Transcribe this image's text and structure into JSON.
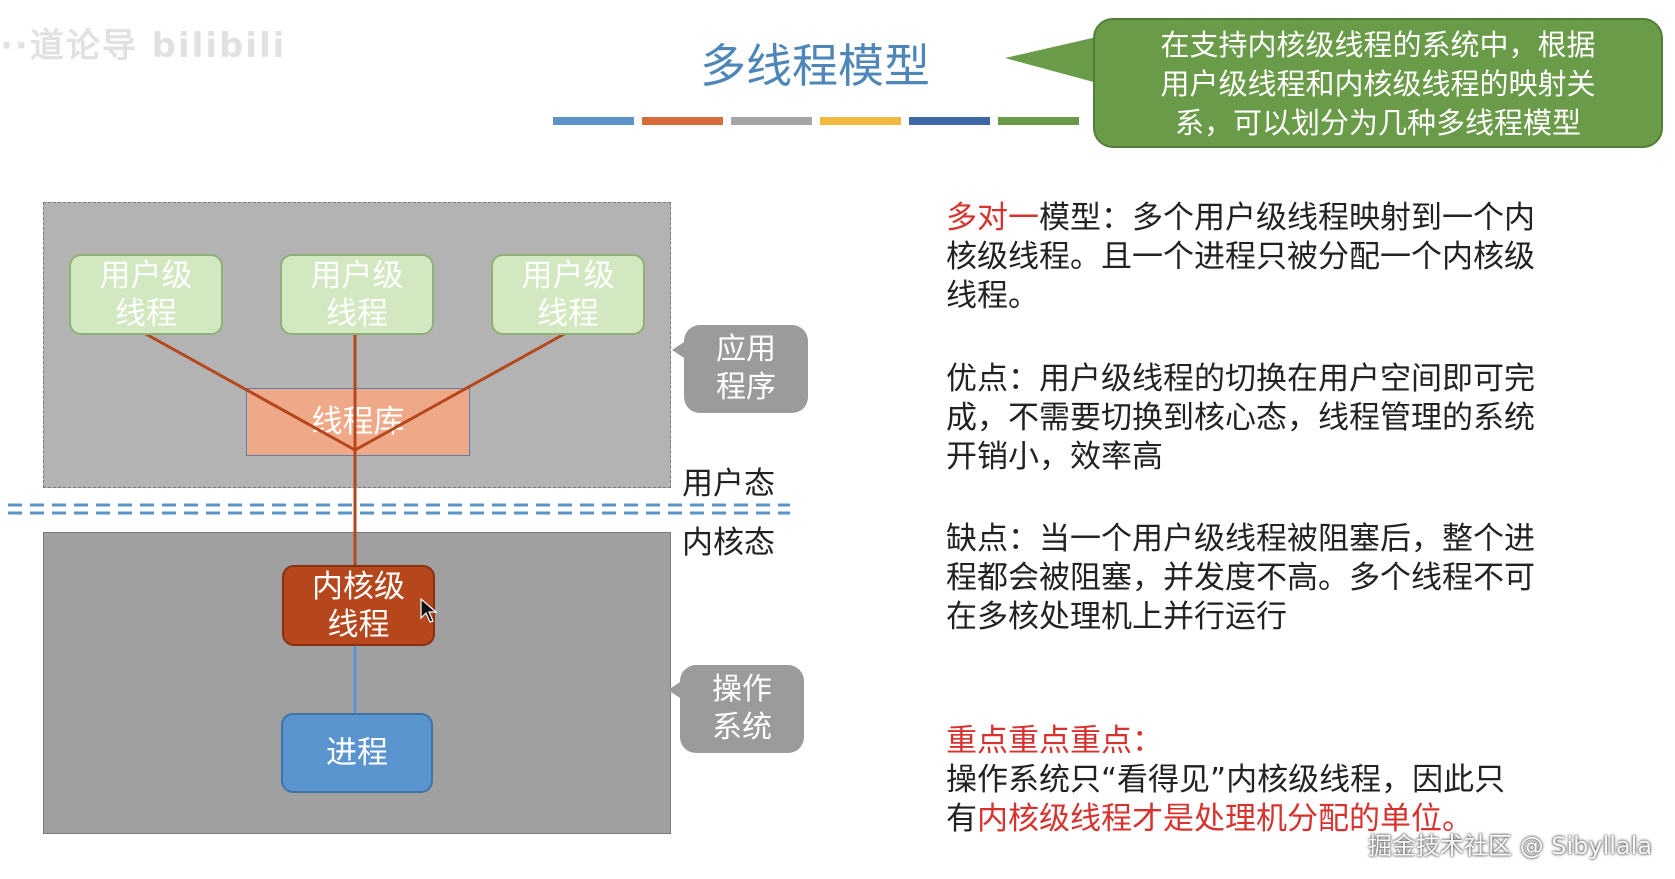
{
  "watermark_left": "··道论导 bilibili",
  "title": "多线程模型",
  "stripe_colors": [
    "#5b93c7",
    "#d86b3a",
    "#a5a5a5",
    "#f2b940",
    "#3e67a6",
    "#6a9b48"
  ],
  "callout": {
    "line1": "在支持内核级线程的系统中，根据",
    "line2": "用户级线程和内核级线程的映射关",
    "line3": "系，可以划分为几种多线程模型",
    "color": "#6a9b48"
  },
  "diagram": {
    "user_threads": [
      {
        "line1": "用户级",
        "line2": "线程"
      },
      {
        "line1": "用户级",
        "line2": "线程"
      },
      {
        "line1": "用户级",
        "line2": "线程"
      }
    ],
    "thread_lib": "线程库",
    "kernel_thread": {
      "line1": "内核级",
      "line2": "线程"
    },
    "process": "进程",
    "app_tag": {
      "line1": "应用",
      "line2": "程序"
    },
    "os_tag": {
      "line1": "操作",
      "line2": "系统"
    },
    "user_mode": "用户态",
    "kernel_mode": "内核态"
  },
  "text": {
    "model_name": "多对一",
    "model_desc_1": "模型：多个用户级线程映射到一个内",
    "model_desc_2": "核级线程。且一个进程只被分配一个内核级",
    "model_desc_3": "线程。",
    "pros_1": "优点：用户级线程的切换在用户空间即可完",
    "pros_2": "成，不需要切换到核心态，线程管理的系统",
    "pros_3": "开销小，效率高",
    "cons_1": "缺点：当一个用户级线程被阻塞后，整个进",
    "cons_2": "程都会被阻塞，并发度不高。多个线程不可",
    "cons_3": "在多核处理机上并行运行",
    "key_title": "重点重点重点：",
    "key_1": "操作系统只“看得见”内核级线程，因此只",
    "key_2_prefix": "有",
    "key_2_red": "内核级线程才是处理机分配的单位。"
  },
  "watermark_bottom": "掘金技术社区 @ Sibyllala"
}
